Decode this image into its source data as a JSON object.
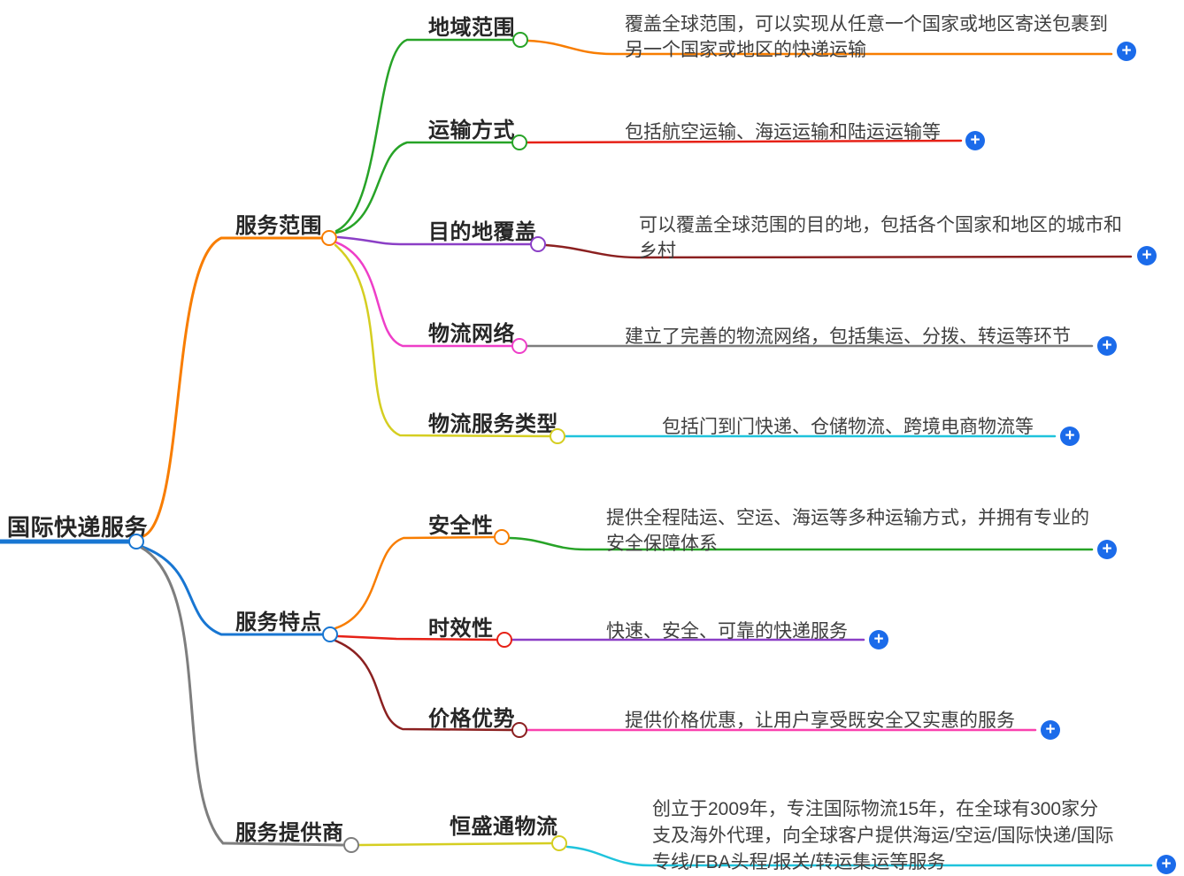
{
  "title": "国际快递服务思维导图",
  "root": {
    "label": "国际快递服务"
  },
  "branches": [
    {
      "label": "服务范围",
      "children": [
        {
          "label": "地域范围",
          "desc": "覆盖全球范围，可以实现从任意一个国家或地区寄送包裹到另一个国家或地区的快递运输"
        },
        {
          "label": "运输方式",
          "desc": "包括航空运输、海运运输和陆运运输等"
        },
        {
          "label": "目的地覆盖",
          "desc": "可以覆盖全球范围的目的地，包括各个国家和地区的城市和乡村"
        },
        {
          "label": "物流网络",
          "desc": "建立了完善的物流网络，包括集运、分拨、转运等环节"
        },
        {
          "label": "物流服务类型",
          "desc": "包括门到门快递、仓储物流、跨境电商物流等"
        }
      ]
    },
    {
      "label": "服务特点",
      "children": [
        {
          "label": "安全性",
          "desc": "提供全程陆运、空运、海运等多种运输方式，并拥有专业的安全保障体系"
        },
        {
          "label": "时效性",
          "desc": "快速、安全、可靠的快递服务"
        },
        {
          "label": "价格优势",
          "desc": "提供价格优惠，让用户享受既安全又实惠的服务"
        }
      ]
    },
    {
      "label": "服务提供商",
      "children": [
        {
          "label": "恒盛通物流",
          "desc": "创立于2009年，专注国际物流15年，在全球有300家分支及海外代理，向全球客户提供海运/空运/国际快递/国际专线/FBA头程/报关/转运集运等服务"
        }
      ]
    }
  ],
  "icons": {
    "plus_glyph": "+"
  },
  "colors": {
    "blue": "#1876D2",
    "orange": "#F87D00",
    "green": "#27A327",
    "red": "#E62117",
    "purple": "#8B3FC6",
    "maroon": "#8B2020",
    "magenta": "#EE3EC8",
    "pink": "#FA41AE",
    "yellow": "#D5CE21",
    "cyan": "#1FC3DC",
    "gray": "#7E7E7E",
    "plus_button": "#1B6BEA",
    "label_text": "#262626",
    "desc_text": "#3F3F3F"
  }
}
